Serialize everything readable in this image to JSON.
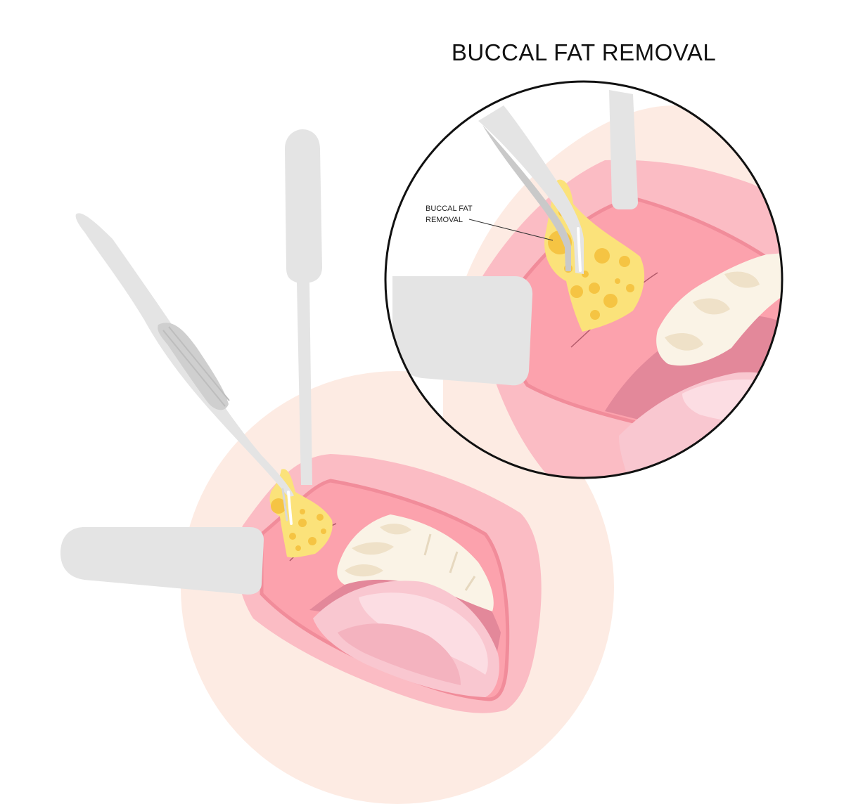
{
  "title": "BUCCAL FAT REMOVAL",
  "inset": {
    "label_line1": "BUCCAL FAT",
    "label_line2": "REMOVAL"
  },
  "colors": {
    "skin": "#fdebe3",
    "lip": "#fbbcc4",
    "lip_edge": "#f18c9a",
    "mucosa": "#fca2ad",
    "gum_dark": "#e3889a",
    "tongue": "#f9c7d0",
    "tongue_light": "#fcdde3",
    "fat": "#fbe27a",
    "fat_dots": "#f5c443",
    "teeth": "#faf3e6",
    "teeth_shade": "#efe1c8",
    "instrument": "#e4e4e4",
    "instrument_dark": "#c9c9c9"
  }
}
